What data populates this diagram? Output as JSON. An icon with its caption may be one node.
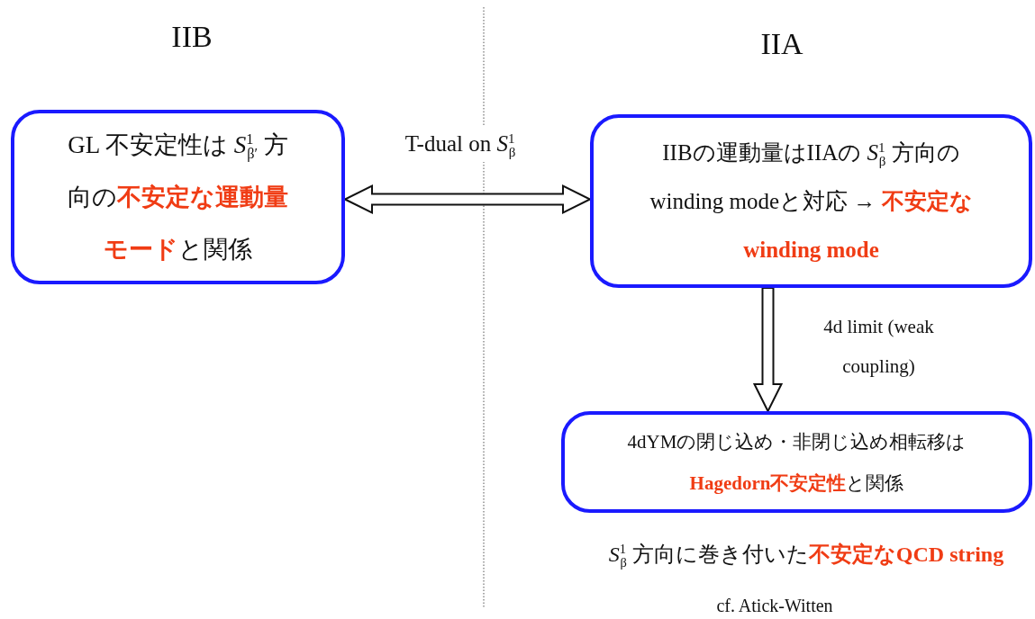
{
  "diagram": {
    "nodes": [
      {
        "text": [
          "GL 不安定性は *S*$^{1}$$_{β′}$ 方向の**不安定な運動量モード**と関係"
        ]
      },
      {
        "text": [
          "IIBの運動量はIIAの *S*$^{1}$$_{β}$ 方向のwinding modeと対応 → **不安定なwinding mode**"
        ]
      },
      {
        "text": [
          "4dYMの閉じ込め・非閉じ込め相転移は**Hagedorn不安定性**と関係"
        ]
      }
    ],
    "edges": [
      {
        "from": 0,
        "to": 1,
        "arrow": "both",
        "label": "T-dual on *S*$^{1}$$_{β}$"
      },
      {
        "from": 1,
        "to": 2,
        "arrow": "to",
        "label": "4d limit (weak coupling)"
      }
    ],
    "labels": [
      "IIB",
      "IIA",
      "*S*$^{1}$$_{β}$ 方向に巻き付いた**不安定なQCD string**",
      "cf. Atick-Witten"
    ]
  }
}
